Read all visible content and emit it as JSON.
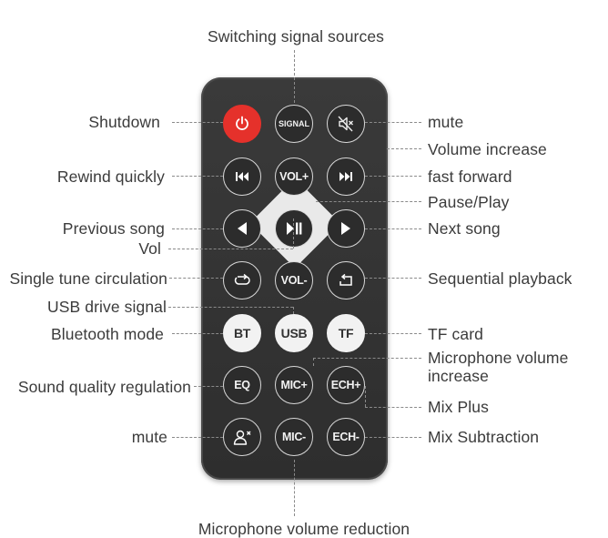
{
  "labels": {
    "top": "Switching signal sources",
    "bottom": "Microphone volume reduction",
    "left": {
      "shutdown": "Shutdown",
      "rewind": "Rewind quickly",
      "previous": "Previous song",
      "vol": "Vol",
      "single_tune": "Single tune circulation",
      "usb": "USB drive signal",
      "bluetooth": "Bluetooth mode",
      "sound_quality": "Sound quality regulation",
      "mute": "mute"
    },
    "right": {
      "mute": "mute",
      "volume_increase": "Volume increase",
      "fast_forward": "fast forward",
      "pause_play": "Pause/Play",
      "next": "Next song",
      "sequential": "Sequential playback",
      "tf_card": "TF card",
      "mic_vol_increase_1": "Microphone volume",
      "mic_vol_increase_2": "increase",
      "mix_plus": "Mix Plus",
      "mix_sub": "Mix Subtraction"
    }
  },
  "buttons": {
    "signal": "SIGNAL",
    "vol_plus": "VOL+",
    "vol_minus": "VOL-",
    "bt": "BT",
    "usb": "USB",
    "tf": "TF",
    "eq": "EQ",
    "mic_plus": "MIC+",
    "ech_plus": "ECH+",
    "mic_minus": "MIC-",
    "ech_minus": "ECH-"
  },
  "colors": {
    "remote_body": "#333333",
    "power_button": "#e5312b",
    "white_button": "#f2f2f2"
  }
}
